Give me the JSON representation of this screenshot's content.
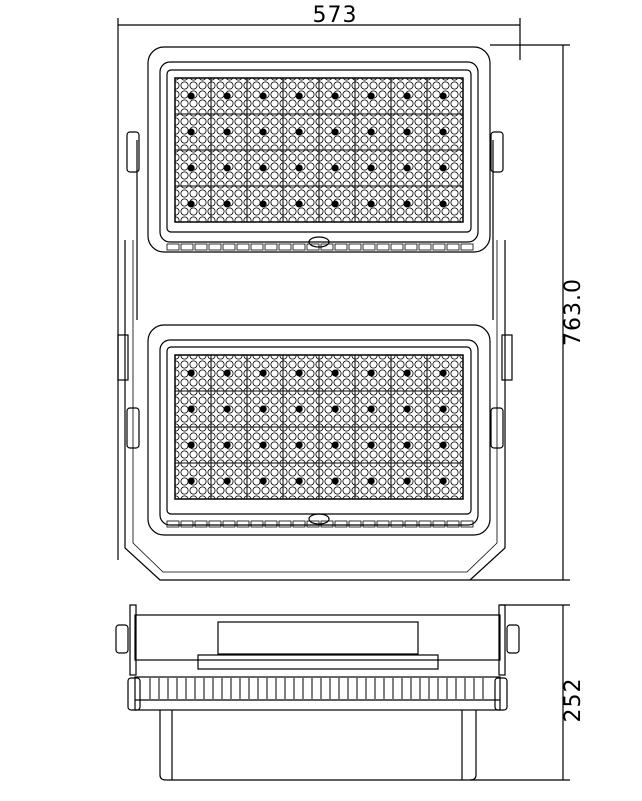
{
  "drawing": {
    "dimensions": {
      "width": "573",
      "height": "763.0",
      "depth": "252"
    },
    "led_panels": 2,
    "modules_per_panel": {
      "columns": 8,
      "rows": 4
    },
    "line_color": "#000000"
  }
}
